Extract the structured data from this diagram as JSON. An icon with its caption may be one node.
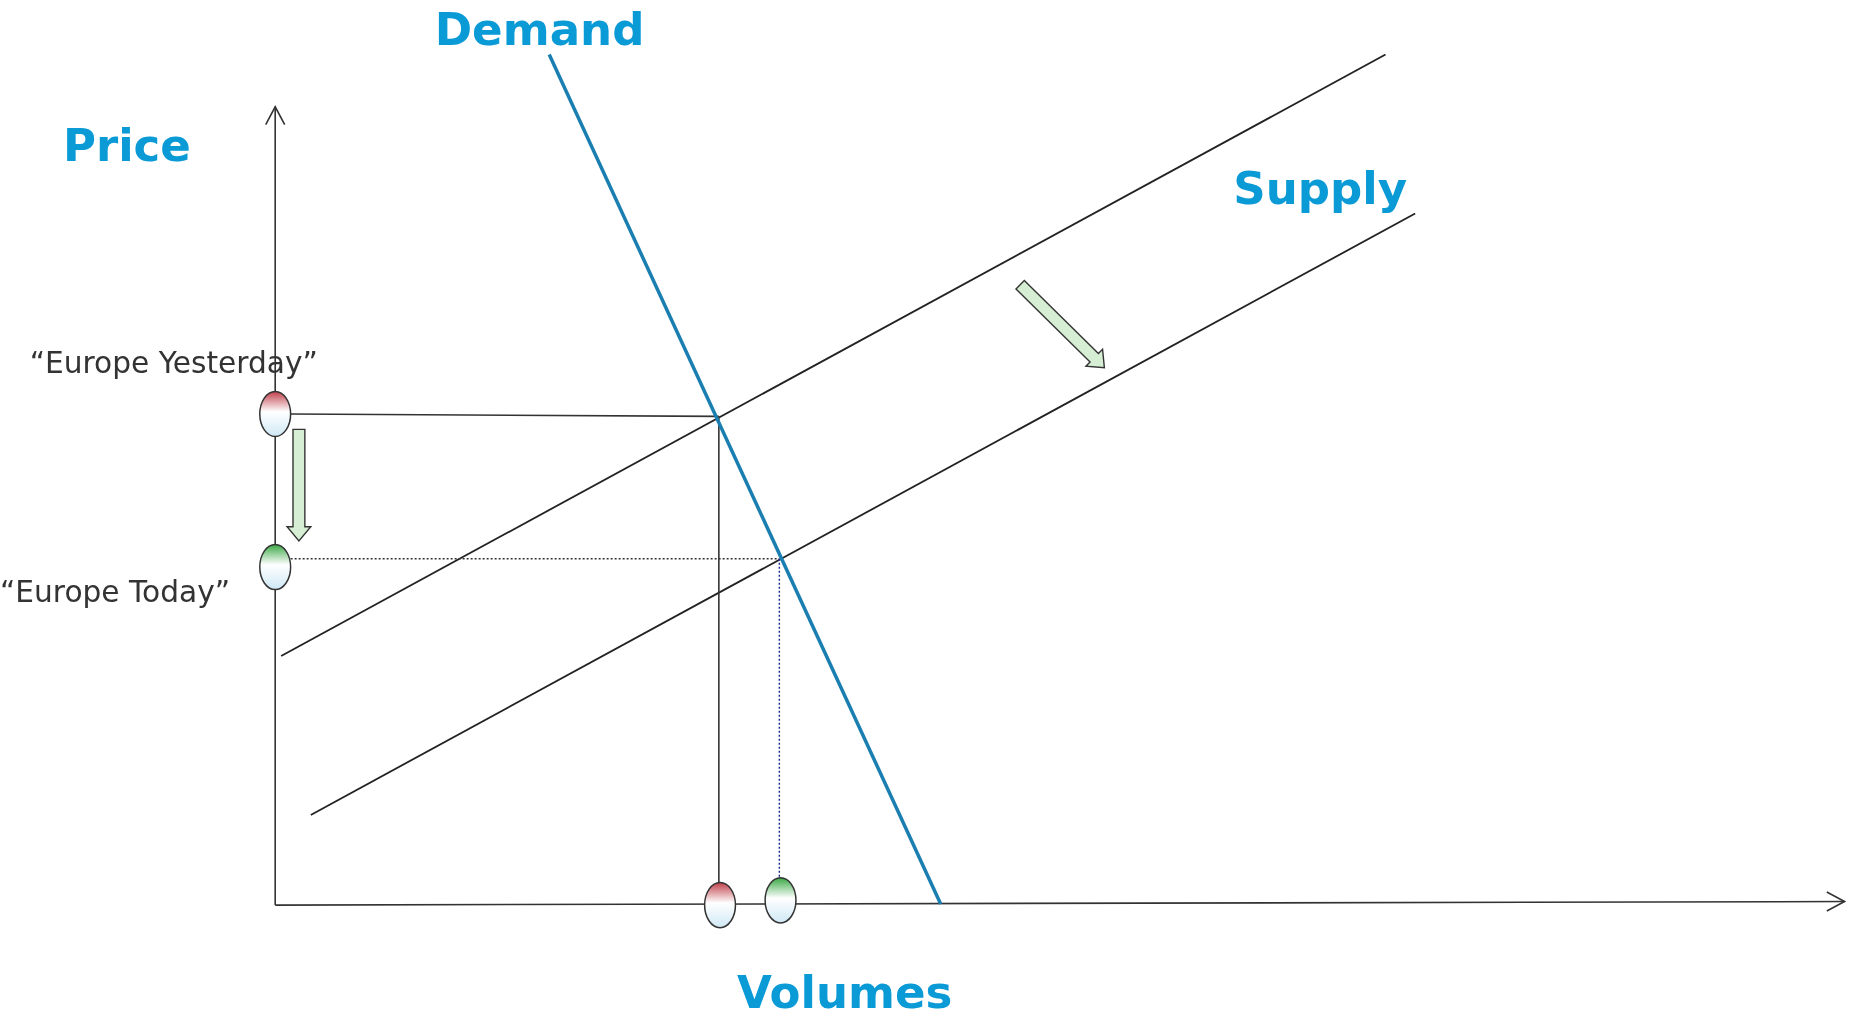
{
  "diagram": {
    "labels": [
      "Demand",
      "Price",
      "Supply",
      "“Europe Yesterday”",
      "“Europe Today”",
      "Volumes"
    ]
  }
}
